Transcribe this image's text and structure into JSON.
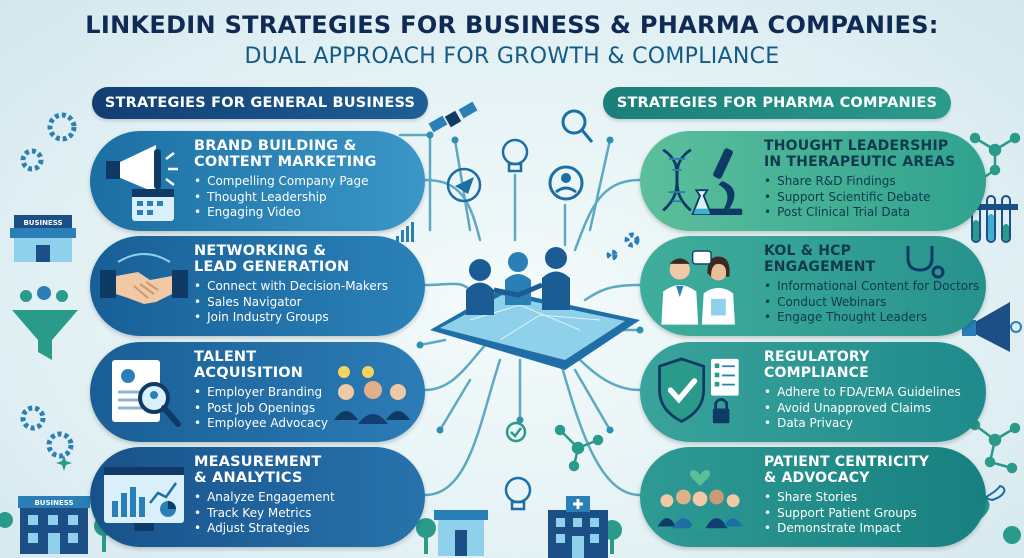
{
  "title": {
    "line1": "LINKEDIN STRATEGIES FOR BUSINESS & PHARMA COMPANIES:",
    "line2": "DUAL APPROACH FOR GROWTH & COMPLIANCE"
  },
  "headers": {
    "left": "STRATEGIES FOR GENERAL BUSINESS",
    "right": "STRATEGIES FOR PHARMA COMPANIES"
  },
  "left_cards": [
    {
      "title1": "BRAND BUILDING &",
      "title2": "CONTENT MARKETING",
      "items": [
        "Compelling Company Page",
        "Thought Leadership",
        "Engaging Video"
      ]
    },
    {
      "title1": "NETWORKING &",
      "title2": "LEAD GENERATION",
      "items": [
        "Connect with Decision-Makers",
        "Sales Navigator",
        "Join Industry Groups"
      ]
    },
    {
      "title1": "TALENT",
      "title2": "ACQUISITION",
      "items": [
        "Employer Branding",
        "Post Job Openings",
        "Employee Advocacy"
      ]
    },
    {
      "title1": "MEASUREMENT",
      "title2": "& ANALYTICS",
      "items": [
        "Analyze Engagement",
        "Track Key Metrics",
        "Adjust Strategies"
      ]
    }
  ],
  "right_cards": [
    {
      "title1": "THOUGHT LEADERSHIP",
      "title2": "in THERAPEUTIC AREAS",
      "items": [
        "Share R&D Findings",
        "Support Scientific Debate",
        "Post Clinical Trial Data"
      ]
    },
    {
      "title1": "KOL & HCP",
      "title2": "ENGAGEMENT",
      "items": [
        "Informational Content for Doctors",
        "Conduct Webinars",
        "Engage Thought Leaders"
      ]
    },
    {
      "title1": "REGULATORY",
      "title2": "COMPLIANCE",
      "items": [
        "Adhere to FDA/EMA Guidelines",
        "Avoid Unapproved Claims",
        "Data Privacy"
      ]
    },
    {
      "title1": "PATIENT CENTRICITY",
      "title2": "& ADVOCACY",
      "items": [
        "Share Stories",
        "Support Patient Groups",
        "Demonstrate Impact"
      ]
    }
  ],
  "signs": {
    "business_top": "BUSINESS",
    "business_bottom": "BUSINESS"
  },
  "colors": {
    "navy": "#0f2a55",
    "business_blue": "#1e5f95",
    "pharma_teal": "#2a9a8a",
    "connector": "#2e8fb0"
  },
  "icons": [
    "megaphone-icon",
    "calendar-icon",
    "handshake-icon",
    "magnifier-profile-icon",
    "team-icon",
    "dashboard-icon",
    "dna-icon",
    "microscope-icon",
    "doctors-icon",
    "shield-check-icon",
    "checklist-icon",
    "lock-icon",
    "patients-icon",
    "heart-icon",
    "satellite-icon",
    "gear-icon",
    "tablet-icon",
    "hospital-icon",
    "store-icon",
    "funnel-icon",
    "molecule-icon",
    "test-tubes-icon",
    "winged-heart-icon"
  ]
}
